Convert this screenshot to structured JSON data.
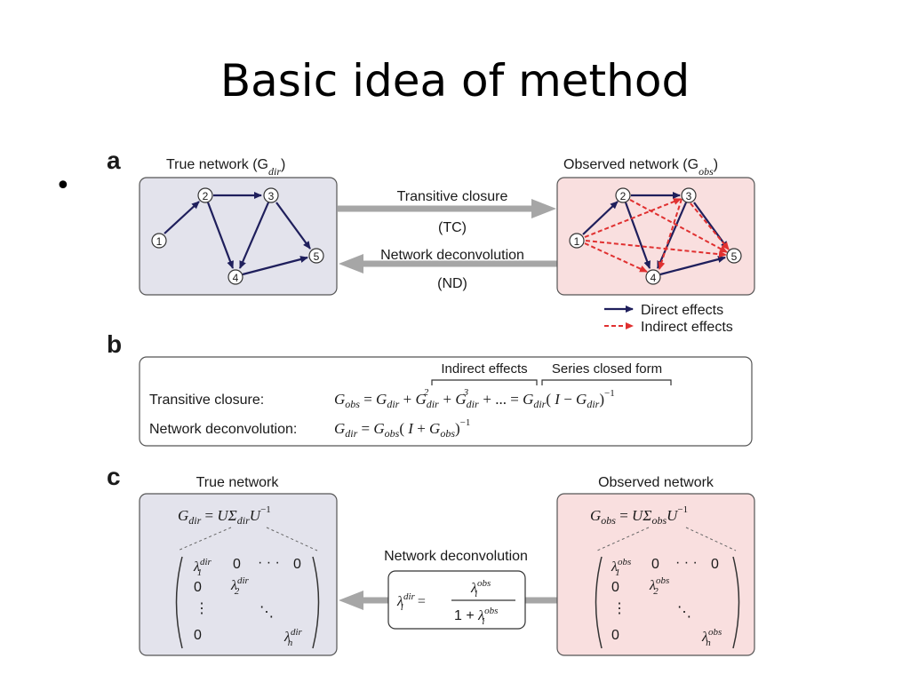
{
  "slide": {
    "title": "Basic idea of method",
    "bullet": "•"
  },
  "panel_a": {
    "label": "a",
    "true_title": "True network (G",
    "true_sub": "dir",
    "true_close": ")",
    "obs_title": "Observed network (G",
    "obs_sub": "obs",
    "obs_close": ")",
    "tc_label": "Transitive closure",
    "tc_abbr": "(TC)",
    "nd_label": "Network deconvolution",
    "nd_abbr": "(ND)",
    "nodes": [
      "1",
      "2",
      "3",
      "4",
      "5"
    ],
    "legend_direct": "Direct effects",
    "legend_indirect": "Indirect effects"
  },
  "panel_b": {
    "label": "b",
    "brace_indirect": "Indirect effects",
    "brace_series": "Series closed form",
    "tc_row_label": "Transitive closure:",
    "nd_row_label": "Network deconvolution:"
  },
  "panel_c": {
    "label": "c",
    "true_title": "True network",
    "obs_title": "Observed network",
    "nd_label": "Network deconvolution"
  },
  "colors": {
    "true_box": "#e3e3ec",
    "obs_box": "#f9dfdf",
    "direct": "#1f1f5c",
    "indirect": "#e03030",
    "arrow": "#a6a6a6"
  }
}
